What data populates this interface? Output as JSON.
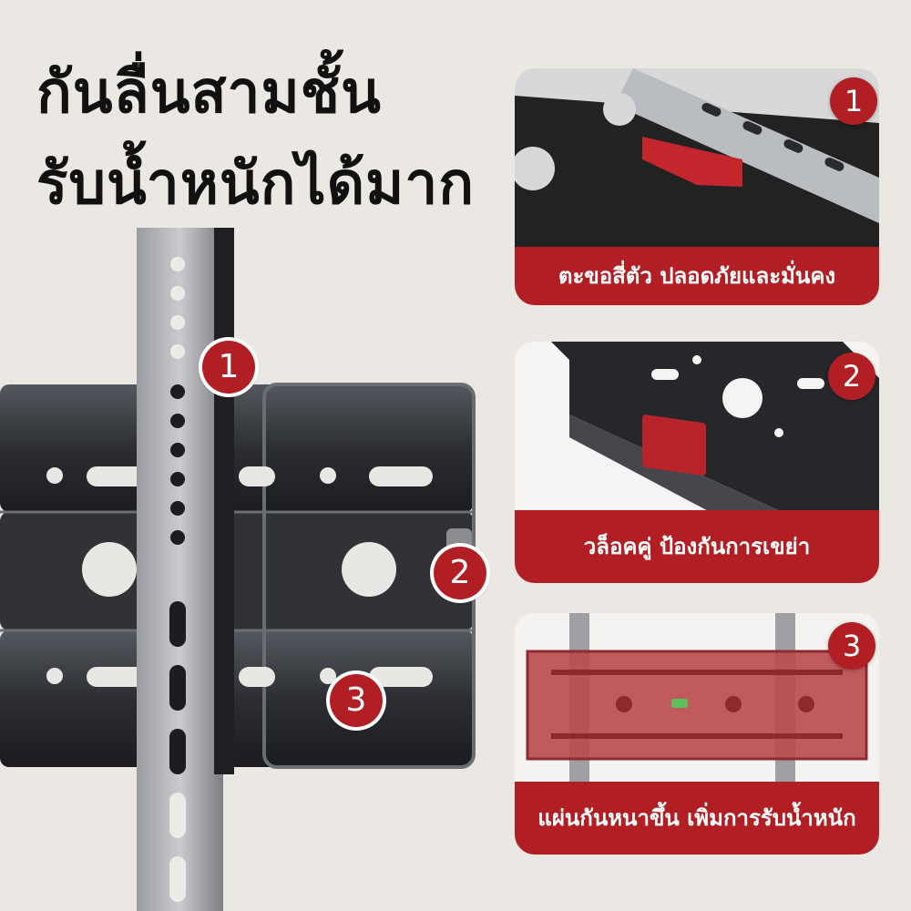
{
  "headline": {
    "line1": "กันลื่นสามชั้น",
    "line2": "รับน้ำหนักได้มาก"
  },
  "main_badges": [
    "1",
    "2",
    "3"
  ],
  "cards": [
    {
      "number": "1",
      "caption": "ตะขอสี่ตัว ปลอดภัยและมั่นคง"
    },
    {
      "number": "2",
      "caption": "วล็อคคู่ ป้องกันการเขย่า"
    },
    {
      "number": "3",
      "caption": "แผ่นกันหนาขึ้น เพิ่มการรับน้ำหนัก"
    }
  ],
  "colors": {
    "accent": "#b11f24",
    "background": "#ebe8e3",
    "steel": "#2a2c30"
  }
}
